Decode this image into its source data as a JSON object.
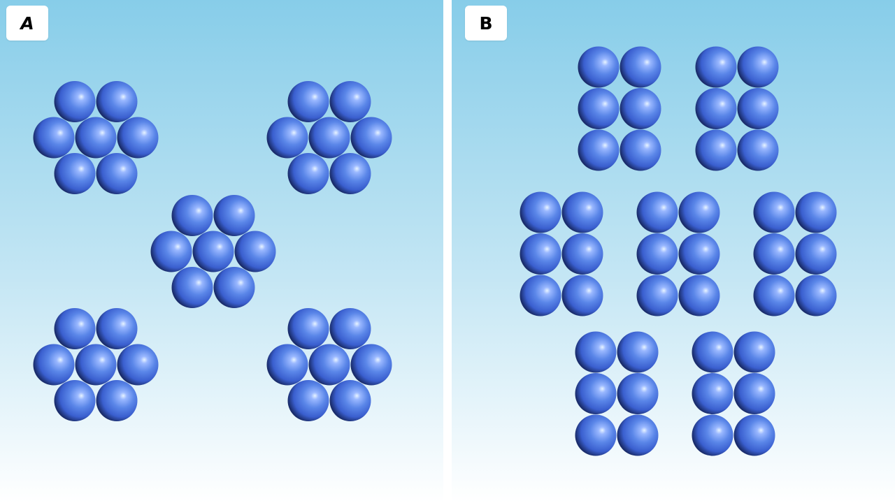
{
  "panels": [
    {
      "label": "A",
      "arrangement": "hexagonal",
      "clusters": 5,
      "balls_per_cluster": 7
    },
    {
      "label": "B",
      "arrangement": "rectangular 2x3",
      "clusters": 7,
      "balls_per_cluster": 6
    }
  ],
  "colors": {
    "sky_top": "#87cde9",
    "sky_bottom": "#ffffff",
    "ball_highlight": "#e8f4ff",
    "ball_mid": "#5a86e8",
    "ball_base": "#3a5fcf",
    "ball_shadow": "#1a2c6a",
    "divider": "#ffffff"
  }
}
